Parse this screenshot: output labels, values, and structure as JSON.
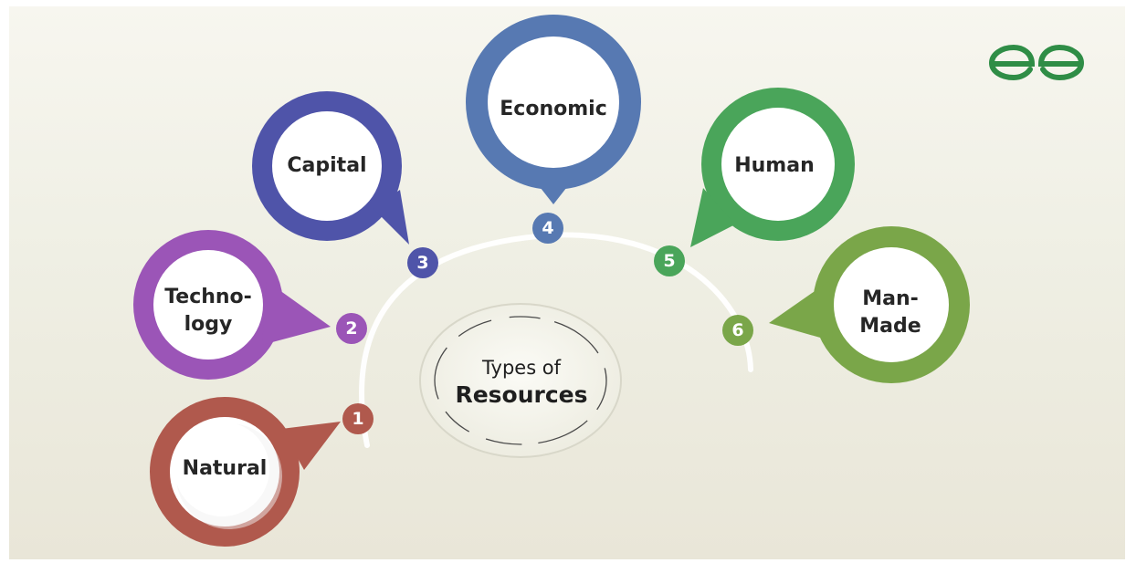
{
  "center": {
    "line1": "Types of",
    "line2": "Resources"
  },
  "items": [
    {
      "number": "1",
      "label": "Natural",
      "color": "#b0594d"
    },
    {
      "number": "2",
      "label": "Techno-\nlogy",
      "color": "#9b55b7"
    },
    {
      "number": "3",
      "label": "Capital",
      "color": "#4f54a9"
    },
    {
      "number": "4",
      "label": "Economic",
      "color": "#5779b2"
    },
    {
      "number": "5",
      "label": "Human",
      "color": "#4aa55a"
    },
    {
      "number": "6",
      "label": "Man-\nMade",
      "color": "#7aa649"
    }
  ],
  "logo": {
    "name": "gfg-logo-icon",
    "color": "#2f8d46"
  }
}
